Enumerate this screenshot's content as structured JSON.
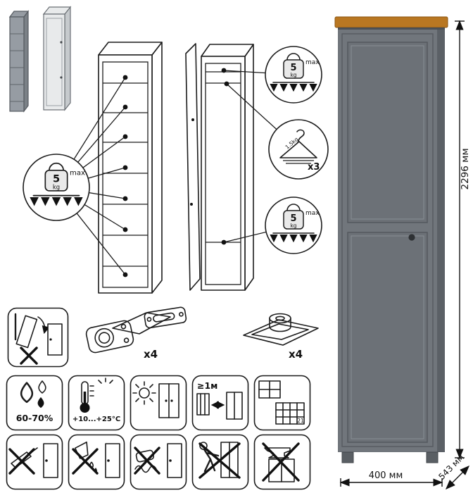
{
  "colors": {
    "c-top": "#b97722",
    "c-top-edge": "#8a5612",
    "c-body": "#71767c",
    "c-side": "#5b6066",
    "c-panel": "#6c7177",
    "c-bevel-d": "#54585e",
    "c-bevel-l": "#878c92",
    "c-knob": "#2e3134",
    "c-foot": "#5a5f64"
  },
  "dimensions": {
    "height": "2296 мм",
    "width": "400 мм",
    "depth": "543 мм"
  },
  "load": {
    "shelf": {
      "value": "5",
      "unit": "kg",
      "max": "max"
    },
    "top": {
      "value": "5",
      "unit": "kg",
      "max": "max"
    },
    "bottom": {
      "value": "5",
      "unit": "kg",
      "max": "max"
    },
    "hanger": {
      "weight": "1.5kg",
      "count": "x3"
    }
  },
  "hardware": {
    "hinges": "x4",
    "feet": "x4"
  },
  "conditions": {
    "humidity": "60-70%",
    "temperature": "+10...+25°C",
    "distance": "≥1м",
    "grid_number": "21"
  }
}
